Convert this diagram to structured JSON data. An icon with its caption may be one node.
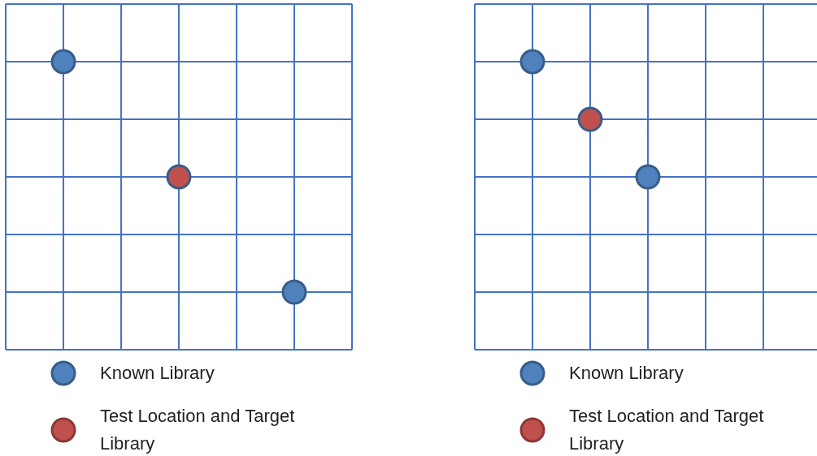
{
  "diagram": {
    "legend": [
      {
        "text": "Known Library",
        "color": "#4f81bd"
      },
      {
        "text": "Test Location and Target Library",
        "color": "#c0504d"
      },
      {
        "text": "Known Library",
        "color": "#4f81bd"
      },
      {
        "text": "Test Location and Target Library",
        "color": "#c0504d"
      }
    ]
  }
}
